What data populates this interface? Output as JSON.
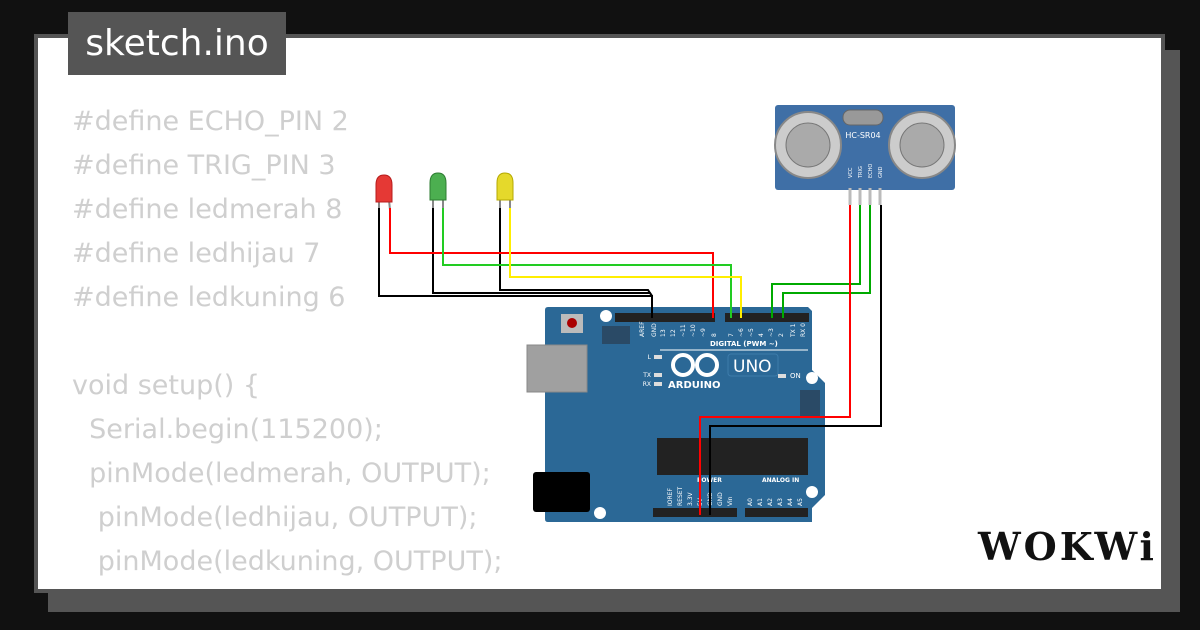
{
  "tab": {
    "filename": "sketch.ino"
  },
  "code_lines": [
    "#define ECHO_PIN 2",
    "#define TRIG_PIN 3",
    "#define ledmerah 8",
    "#define ledhijau 7",
    "#define ledkuning 6",
    "",
    "void setup() {",
    "  Serial.begin(115200);",
    "  pinMode(ledmerah, OUTPUT);",
    "   pinMode(ledhijau, OUTPUT);",
    "   pinMode(ledkuning, OUTPUT);"
  ],
  "sensor": {
    "label": "HC-SR04",
    "pins": [
      "VCC",
      "TRIG",
      "ECHO",
      "GND"
    ]
  },
  "arduino": {
    "brand": "ARDUINO",
    "model": "UNO",
    "digital_label": "DIGITAL (PWM ~)",
    "digital_pins": [
      "AREF",
      "GND",
      "13",
      "12",
      "~11",
      "~10",
      "~9",
      "8",
      "7",
      "~6",
      "~5",
      "4",
      "~3",
      "2",
      "TX 1",
      "RX 0"
    ],
    "leds": [
      "L",
      "TX",
      "RX",
      "ON"
    ],
    "power_label": "POWER",
    "power_pins": [
      "IOREF",
      "RESET",
      "3.3V",
      "5V",
      "GND",
      "GND",
      "Vin"
    ],
    "analog_label": "ANALOG IN",
    "analog_pins": [
      "A0",
      "A1",
      "A2",
      "A3",
      "A4",
      "A5"
    ]
  },
  "leds": [
    {
      "color": "#e53935"
    },
    {
      "color": "#43a047"
    },
    {
      "color": "#e5d92b"
    }
  ],
  "wire_colors": {
    "red": "#ff0000",
    "green": "#00aa00",
    "lime": "#22cc22",
    "yellow": "#ffee00",
    "black": "#000000"
  },
  "logo": "WOKWi"
}
